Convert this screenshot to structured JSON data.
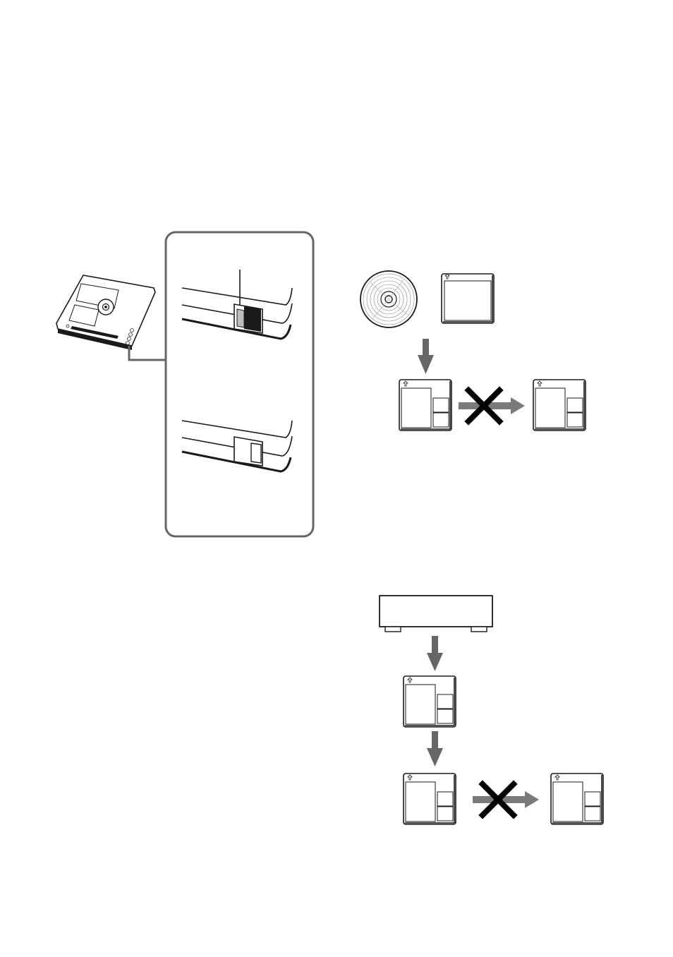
{
  "page": {
    "background": "#ffffff"
  },
  "colors": {
    "line": "#1a1a1a",
    "arrow": "#666666",
    "arrow_gray": "#7a7a7a",
    "cross": "#000000"
  },
  "figure_protect": {
    "minidisc": "minidisc-icon",
    "detail_panel": "callout-panel",
    "tab_open": "write-protect-tab-open",
    "tab_closed": "write-protect-tab-closed"
  },
  "figure_digital_copy": {
    "sources": [
      "cd-icon",
      "md-icon"
    ],
    "copy_allowed": "down-arrow",
    "copy_prohibited": "cross-mark"
  },
  "figure_deck_copy": {
    "source": "deck-icon",
    "generations": [
      "md-icon",
      "md-icon",
      "md-icon"
    ],
    "copy_prohibited": "cross-mark"
  }
}
